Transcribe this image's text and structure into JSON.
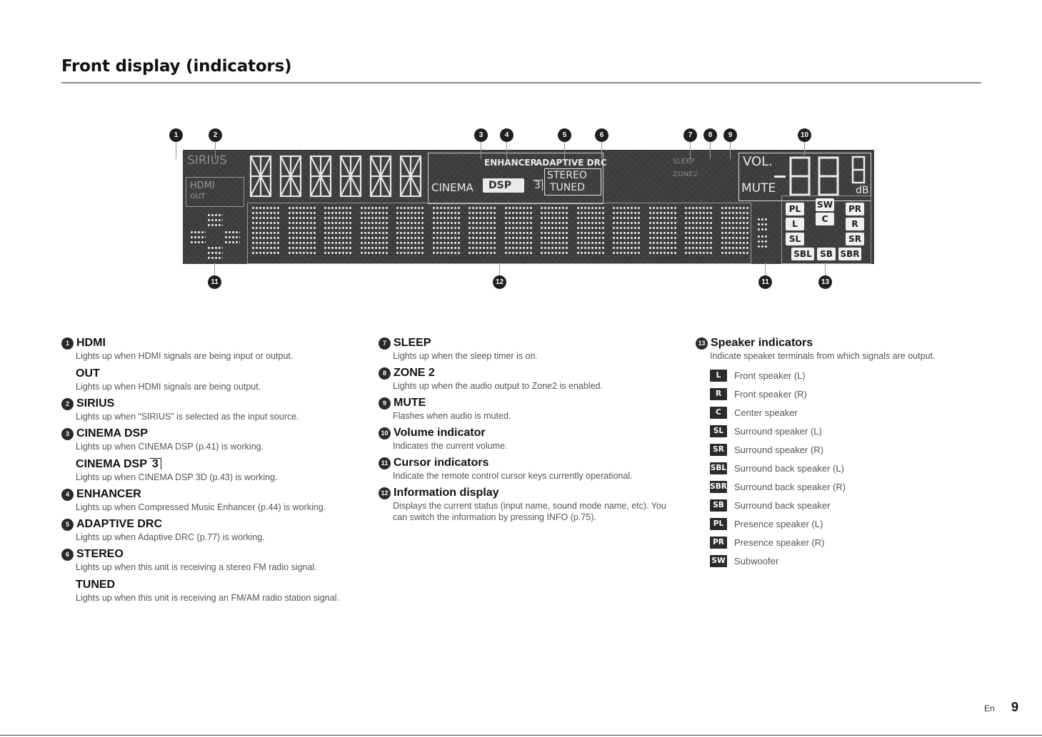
{
  "page": {
    "title": "Front display (indicators)",
    "lang": "En",
    "number": "9"
  },
  "display": {
    "sirius": "SIRIUS",
    "hdmi": "HDMI",
    "out": "OUT",
    "enhancer": "ENHANCER",
    "adaptive_drc": "ADAPTIVE DRC",
    "cinema": "CINEMA",
    "dsp": "DSP",
    "three": "3",
    "stereo": "STEREO",
    "tuned": "TUNED",
    "sleep": "SLEEP",
    "zone2": "ZONE2",
    "vol": "VOL.",
    "mute": "MUTE",
    "db": "dB",
    "speakers": {
      "pl": "PL",
      "sw": "SW",
      "pr": "PR",
      "l": "L",
      "c": "C",
      "r": "R",
      "sl": "SL",
      "sr": "SR",
      "sbl": "SBL",
      "sb": "SB",
      "sbr": "SBR"
    }
  },
  "markers": [
    "1",
    "2",
    "3",
    "4",
    "5",
    "6",
    "7",
    "8",
    "9",
    "10",
    "11",
    "12",
    "11",
    "13"
  ],
  "col1": [
    {
      "num": "1",
      "title": "HDMI",
      "desc": "Lights up when HDMI signals are being input or output.",
      "sub_title": "OUT",
      "sub_desc": "Lights up when HDMI signals are being output."
    },
    {
      "num": "2",
      "title": "SIRIUS",
      "desc": "Lights up when “SIRIUS” is selected as the input source."
    },
    {
      "num": "3",
      "title": "CINEMA DSP",
      "desc": "Lights up when CINEMA DSP (p.41) is working.",
      "sub_title": "CINEMA DSP",
      "sub_mark": "3",
      "sub_desc": "Lights up when CINEMA DSP 3D (p.43) is working."
    },
    {
      "num": "4",
      "title": "ENHANCER",
      "desc": "Lights up when Compressed Music Enhancer (p.44) is working."
    },
    {
      "num": "5",
      "title": "ADAPTIVE DRC",
      "desc": "Lights up when Adaptive DRC (p.77) is working."
    },
    {
      "num": "6",
      "title": "STEREO",
      "desc": "Lights up when this unit is receiving a stereo FM radio signal.",
      "sub_title": "TUNED",
      "sub_desc": "Lights up when this unit is receiving an FM/AM radio station signal."
    }
  ],
  "col2": [
    {
      "num": "7",
      "title": "SLEEP",
      "desc": "Lights up when the sleep timer is on."
    },
    {
      "num": "8",
      "title": "ZONE 2",
      "desc": "Lights up when the audio output to Zone2 is enabled."
    },
    {
      "num": "9",
      "title": "MUTE",
      "desc": "Flashes when audio is muted."
    },
    {
      "num": "10",
      "title": "Volume indicator",
      "desc": "Indicates the current volume."
    },
    {
      "num": "11",
      "title": "Cursor indicators",
      "desc": "Indicate the remote control cursor keys currently operational."
    },
    {
      "num": "12",
      "title": "Information display",
      "desc": "Displays the current status (input name, sound mode name, etc). You can switch the information by pressing INFO (p.75)."
    }
  ],
  "col3": {
    "num": "13",
    "title": "Speaker indicators",
    "desc": "Indicate speaker terminals from which signals are output.",
    "items": [
      {
        "icon": "L",
        "name": "Front speaker (L)"
      },
      {
        "icon": "R",
        "name": "Front speaker (R)"
      },
      {
        "icon": "C",
        "name": "Center speaker"
      },
      {
        "icon": "SL",
        "name": "Surround speaker (L)"
      },
      {
        "icon": "SR",
        "name": "Surround speaker (R)"
      },
      {
        "icon": "SBL",
        "name": "Surround back speaker (L)"
      },
      {
        "icon": "SBR",
        "name": "Surround back speaker (R)"
      },
      {
        "icon": "SB",
        "name": "Surround back speaker"
      },
      {
        "icon": "PL",
        "name": "Presence speaker (L)"
      },
      {
        "icon": "PR",
        "name": "Presence speaker (R)"
      },
      {
        "icon": "SW",
        "name": "Subwoofer"
      }
    ]
  }
}
